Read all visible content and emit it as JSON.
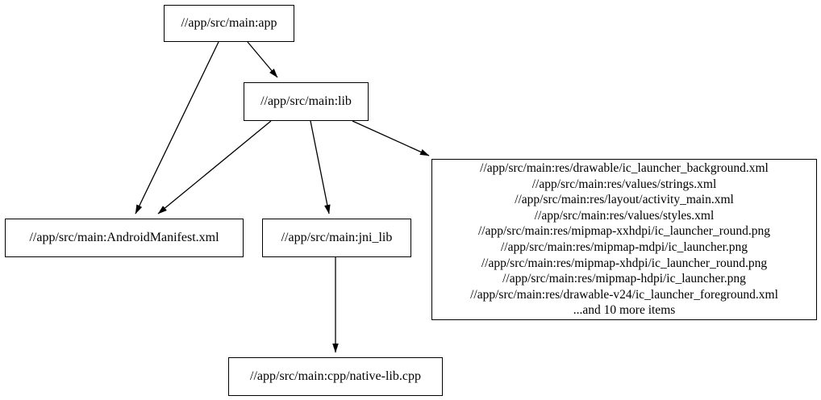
{
  "graph": {
    "nodes": {
      "app": {
        "label": "//app/src/main:app"
      },
      "lib": {
        "label": "//app/src/main:lib"
      },
      "manifest": {
        "label": "//app/src/main:AndroidManifest.xml"
      },
      "jni_lib": {
        "label": "//app/src/main:jni_lib"
      },
      "native_lib": {
        "label": "//app/src/main:cpp/native-lib.cpp"
      },
      "res_group": {
        "lines": [
          "//app/src/main:res/drawable/ic_launcher_background.xml",
          "//app/src/main:res/values/strings.xml",
          "//app/src/main:res/layout/activity_main.xml",
          "//app/src/main:res/values/styles.xml",
          "//app/src/main:res/mipmap-xxhdpi/ic_launcher_round.png",
          "//app/src/main:res/mipmap-mdpi/ic_launcher.png",
          "//app/src/main:res/mipmap-xhdpi/ic_launcher_round.png",
          "//app/src/main:res/mipmap-hdpi/ic_launcher.png",
          "//app/src/main:res/drawable-v24/ic_launcher_foreground.xml",
          "...and 10 more items"
        ]
      }
    },
    "edges": [
      {
        "from": "app",
        "to": "lib"
      },
      {
        "from": "app",
        "to": "manifest"
      },
      {
        "from": "lib",
        "to": "manifest"
      },
      {
        "from": "lib",
        "to": "jni_lib"
      },
      {
        "from": "lib",
        "to": "res_group"
      },
      {
        "from": "jni_lib",
        "to": "native_lib"
      }
    ],
    "colors": {
      "background": "#ffffff",
      "node_fill": "#ffffff",
      "node_border": "#000000",
      "edge": "#000000",
      "text": "#000000"
    }
  }
}
